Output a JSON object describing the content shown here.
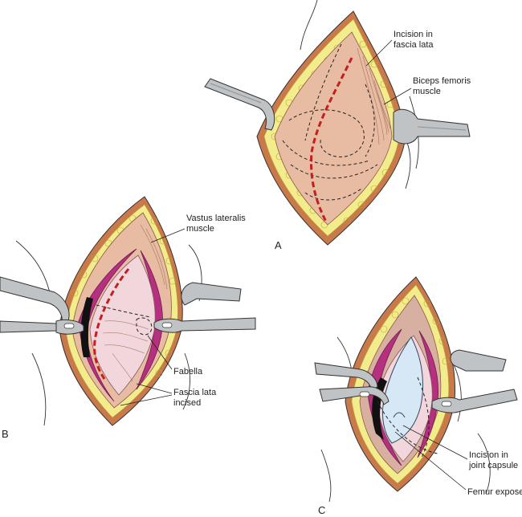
{
  "panels": {
    "a": "A",
    "b": "B",
    "c": "C"
  },
  "labels": {
    "incision_fascia_lata": [
      "Incision in",
      "fascia lata"
    ],
    "biceps_femoris": [
      "Biceps femoris",
      "muscle"
    ],
    "vastus_lateralis": [
      "Vastus lateralis",
      "muscle"
    ],
    "fabella": "Fabella",
    "fascia_lata_incised": [
      "Fascia lata",
      "incised"
    ],
    "incision_joint_capsule": [
      "Incision in",
      "joint capsule"
    ],
    "femur_exposed": "Femur exposed"
  },
  "colors": {
    "fat": "#f3ec8c",
    "skin_edge": "#c9794a",
    "muscle": "#e7bca3",
    "fascia_magenta": "#b5307f",
    "capsule": "#f1d6dc",
    "femur": "#d6e8f6",
    "retractor": "#bfc3c6",
    "incision_red": "#c41e1e"
  }
}
